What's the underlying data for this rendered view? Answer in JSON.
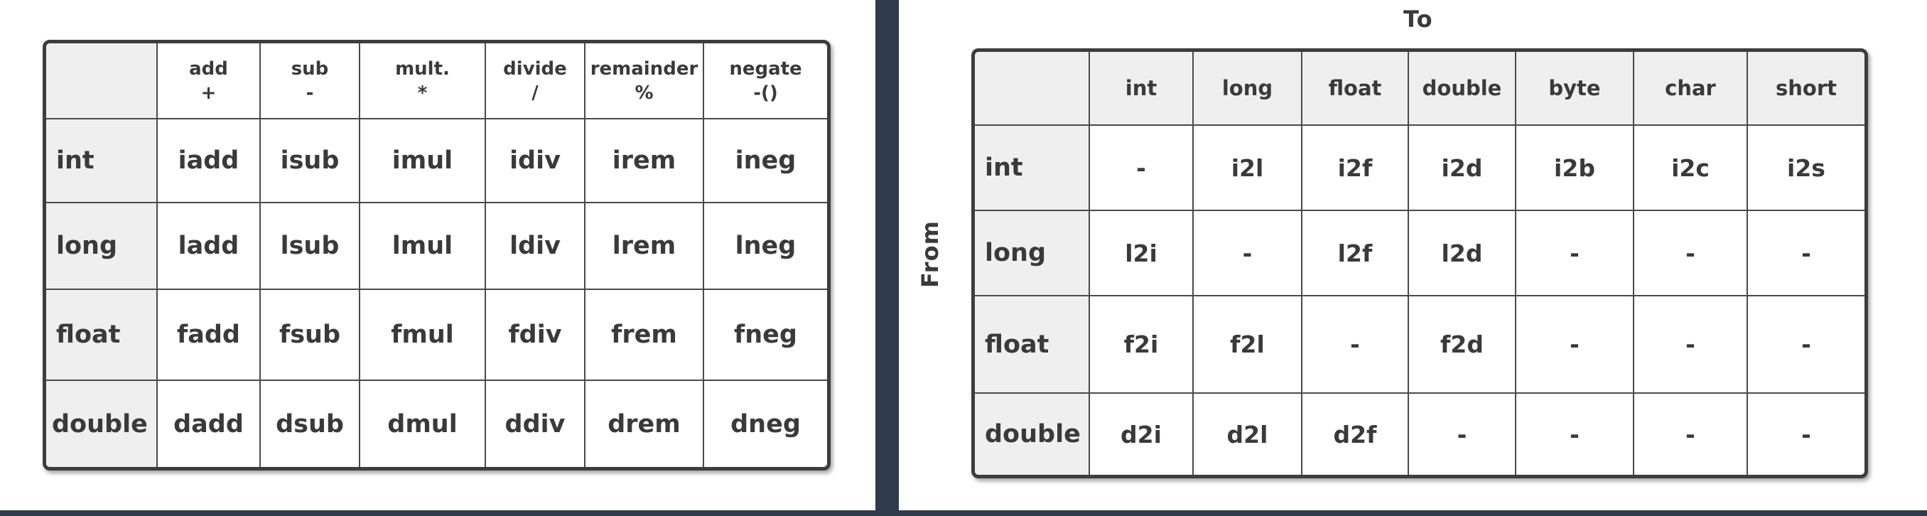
{
  "arithmetic_table": {
    "headers": [
      {
        "name": "add",
        "symbol": "+"
      },
      {
        "name": "sub",
        "symbol": "-"
      },
      {
        "name": "mult.",
        "symbol": "*"
      },
      {
        "name": "divide",
        "symbol": "/"
      },
      {
        "name": "remainder",
        "symbol": "%"
      },
      {
        "name": "negate",
        "symbol": "-()"
      }
    ],
    "rows": [
      {
        "type": "int",
        "cells": [
          "iadd",
          "isub",
          "imul",
          "idiv",
          "irem",
          "ineg"
        ]
      },
      {
        "type": "long",
        "cells": [
          "ladd",
          "lsub",
          "lmul",
          "ldiv",
          "lrem",
          "lneg"
        ]
      },
      {
        "type": "float",
        "cells": [
          "fadd",
          "fsub",
          "fmul",
          "fdiv",
          "frem",
          "fneg"
        ]
      },
      {
        "type": "double",
        "cells": [
          "dadd",
          "dsub",
          "dmul",
          "ddiv",
          "drem",
          "dneg"
        ]
      }
    ]
  },
  "conversion_table": {
    "to_label": "To",
    "from_label": "From",
    "headers": [
      "int",
      "long",
      "float",
      "double",
      "byte",
      "char",
      "short"
    ],
    "rows": [
      {
        "type": "int",
        "cells": [
          "-",
          "i2l",
          "i2f",
          "i2d",
          "i2b",
          "i2c",
          "i2s"
        ]
      },
      {
        "type": "long",
        "cells": [
          "l2i",
          "-",
          "l2f",
          "l2d",
          "-",
          "-",
          "-"
        ]
      },
      {
        "type": "float",
        "cells": [
          "f2i",
          "f2l",
          "-",
          "f2d",
          "-",
          "-",
          "-"
        ]
      },
      {
        "type": "double",
        "cells": [
          "d2i",
          "d2l",
          "d2f",
          "-",
          "-",
          "-",
          "-"
        ]
      }
    ]
  }
}
